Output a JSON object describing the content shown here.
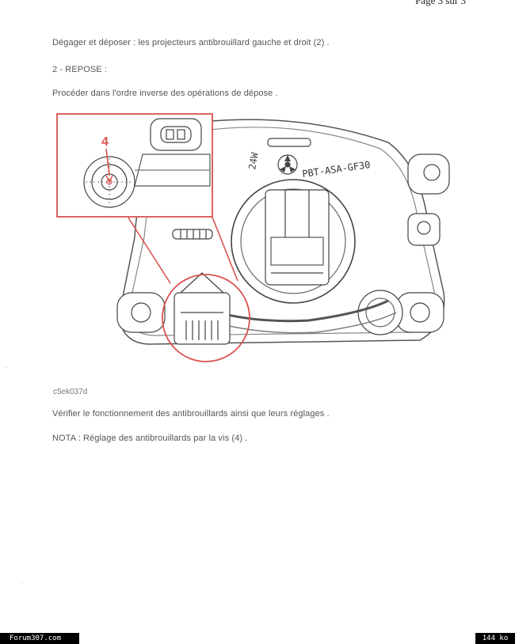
{
  "header": {
    "page_label": "Page 3 sur 3"
  },
  "paragraphs": {
    "p1": "Dégager et déposer : les projecteurs antibrouillard gauche et droit (2) .",
    "p2": "2 - REPOSE :",
    "p3": "Procéder dans l'ordre inverse des opérations de dépose .",
    "p4": "Vérifier le fonctionnement des antibrouillards ainsi que leurs réglages .",
    "p5": "NOTA : Réglage des antibrouillards par la vis (4) ."
  },
  "figure": {
    "callout_number": "4",
    "voltage_marking": "24W",
    "material_marking": "PBT-ASA-GF30",
    "caption": "c5ek037d",
    "accent_color": "#d9534f"
  },
  "footer": {
    "site": "Forum307.com",
    "size": "144 ko"
  }
}
